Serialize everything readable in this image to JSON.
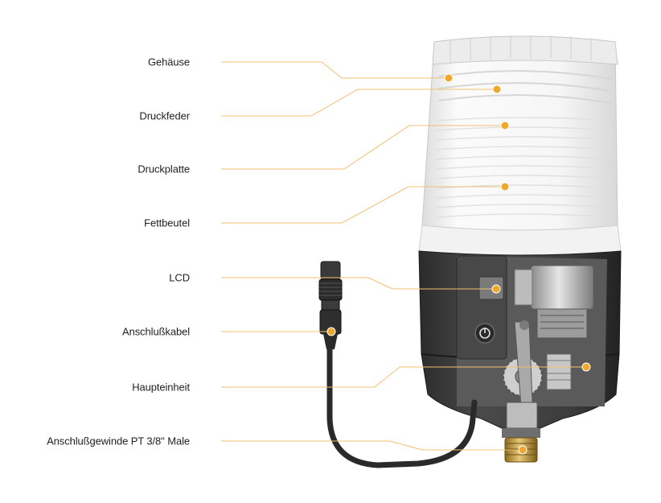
{
  "labels": [
    {
      "id": "gehaeuse",
      "text": "Gehäuse"
    },
    {
      "id": "druckfeder",
      "text": "Druckfeder"
    },
    {
      "id": "druckplatte",
      "text": "Druckplatte"
    },
    {
      "id": "fettbeutel",
      "text": "Fettbeutel"
    },
    {
      "id": "lcd",
      "text": "LCD"
    },
    {
      "id": "anschlusskabel",
      "text": "Anschlußkabel"
    },
    {
      "id": "haupteinheit",
      "text": "Haupteinheit"
    },
    {
      "id": "anschlussgewinde",
      "text": "Anschlußgewinde PT 3/8\" Male"
    }
  ],
  "colors": {
    "accent": "#f0a82a",
    "leader": "#f3c070",
    "body_dark": "#3a3a3a",
    "housing": "#f4f4f4"
  }
}
